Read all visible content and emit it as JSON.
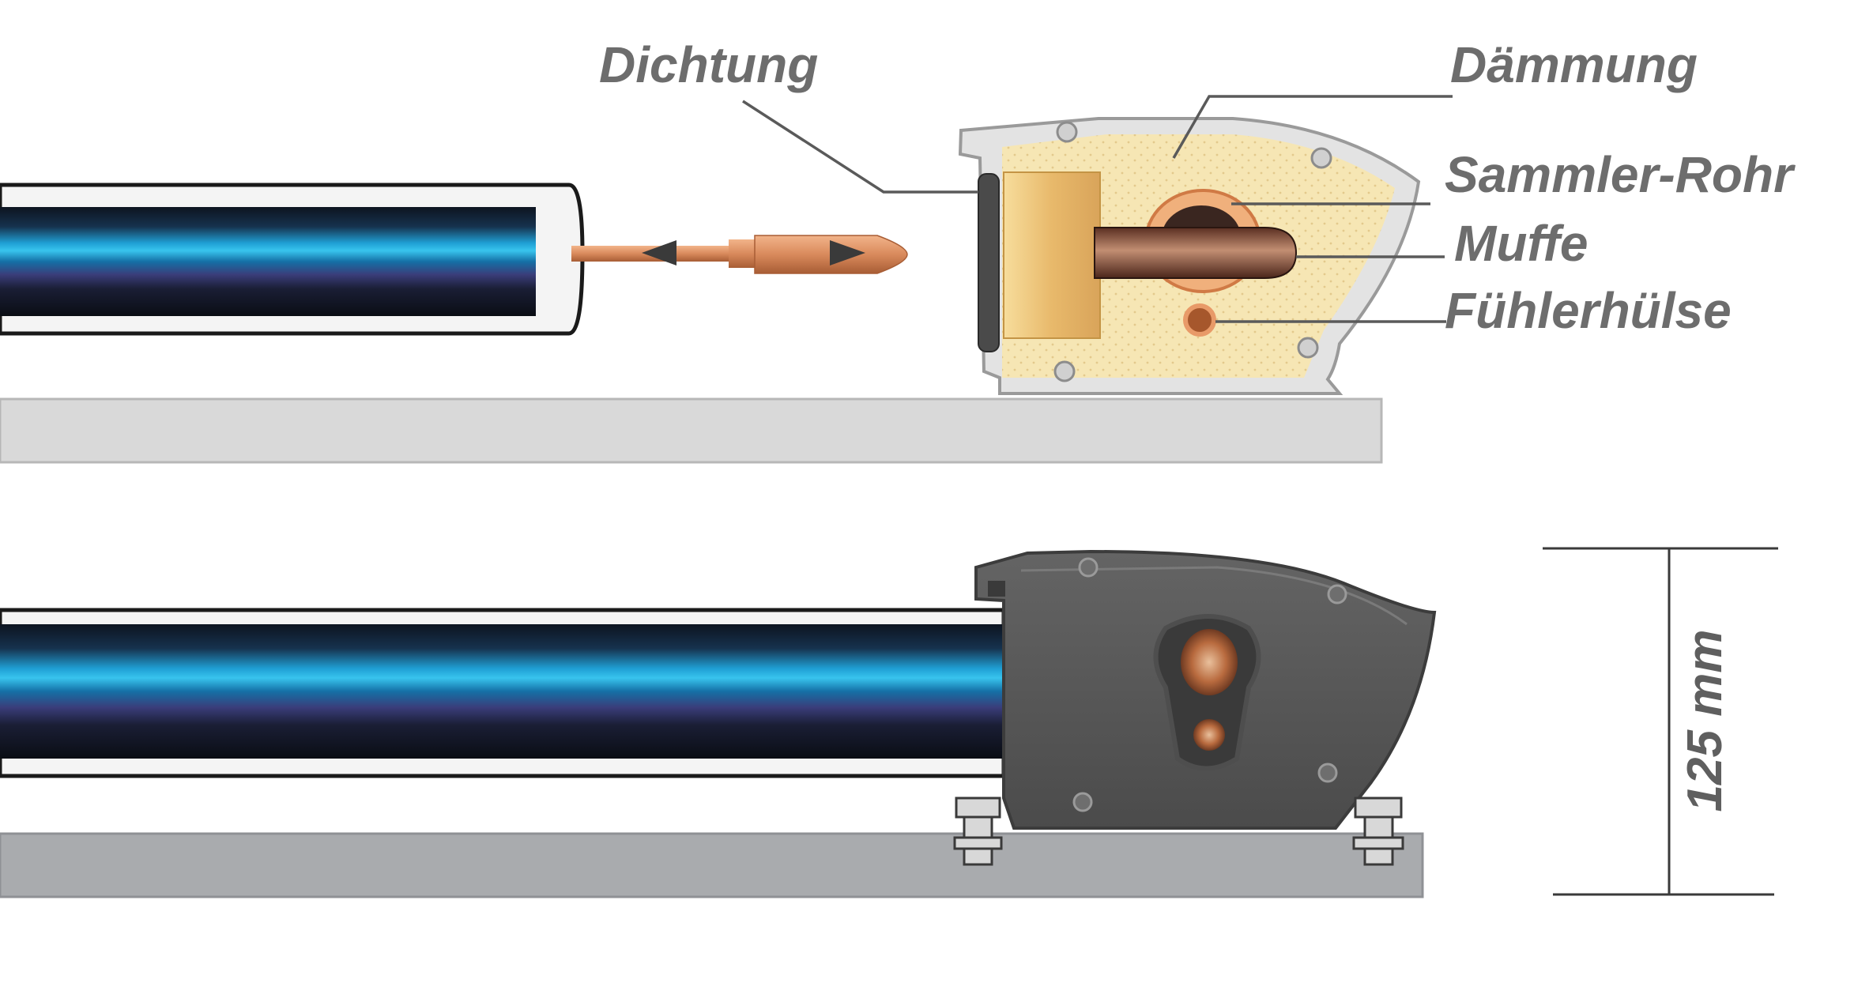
{
  "labels": {
    "seal": "Dichtung",
    "insulation": "Dämmung",
    "header_pipe": "Sammler-Rohr",
    "sleeve": "Muffe",
    "sensor_well": "Fühlerhülse"
  },
  "dimension": {
    "height_label": "125 mm"
  },
  "colors": {
    "label_text": "#6d6d6d",
    "leader_line": "#5a5a5a",
    "rail": "#d9d9d9",
    "housing_grey": "#5a5a5a",
    "insulation_fill": "#f6e6b4",
    "copper": "#d98a5c",
    "tube_blue": "#1da2d8",
    "tube_dark": "#141a24"
  },
  "icons": {
    "flow_arrows": "left-right-arrow-icon",
    "screws": "screw-icon"
  }
}
